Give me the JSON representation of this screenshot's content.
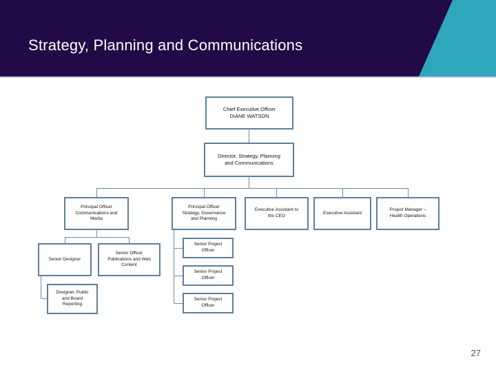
{
  "slide": {
    "title": "Strategy, Planning and Communications",
    "page_number": "27"
  },
  "org_chart": {
    "nodes": {
      "ceo": {
        "label": "Chief Executive Officer\nDIANE WATSON"
      },
      "director": {
        "label": "Director, Strategy, Planning\nand Communications"
      },
      "po_comms": {
        "label": "Principal Officer\nCommunications and\nMedia"
      },
      "po_strategy": {
        "label": "Principal Officer\nStrategy, Governance\nand Planning"
      },
      "ea_ceo": {
        "label": "Executive Assistant to\nthe CEO"
      },
      "ea": {
        "label": "Executive Assistant"
      },
      "pm_health": {
        "label": "Project Manager –\nHealth Operations"
      },
      "senior_designer": {
        "label": "Senior Designer"
      },
      "so_publications": {
        "label": "Senior Officer\nPublications and Web\nContent"
      },
      "designer_public": {
        "label": "Designer, Public\nand Board\nReporting"
      },
      "spo_1": {
        "label": "Senior Project\nOfficer"
      },
      "spo_2": {
        "label": "Senior Project\nOfficer"
      },
      "spo_3": {
        "label": "Senior Project\nOfficer"
      }
    }
  },
  "colors": {
    "header_bg": "#220A46",
    "accent_wedge": "#2EA7BC",
    "header_rule": "#CCC2DC",
    "node_border": "#5B7E9B",
    "connector": "#6A8BA6",
    "title_text": "#FFFFFF",
    "node_text": "#111111",
    "page_number_text": "#595959"
  }
}
